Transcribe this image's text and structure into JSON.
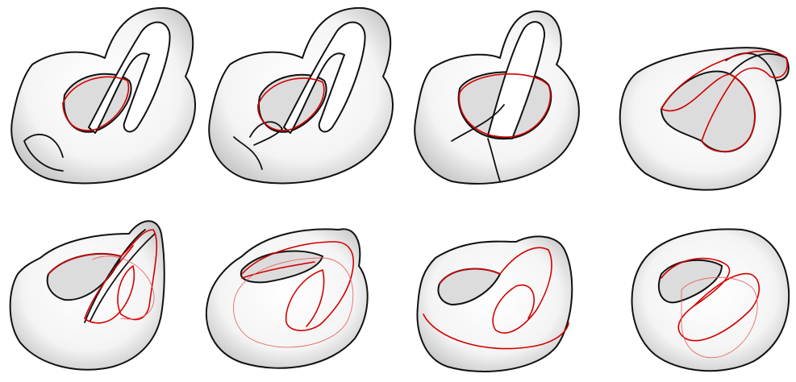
{
  "figure": {
    "panels": [
      {
        "id": "p1"
      },
      {
        "id": "p2"
      },
      {
        "id": "p3"
      },
      {
        "id": "p4"
      },
      {
        "id": "p5"
      },
      {
        "id": "p6"
      },
      {
        "id": "p7"
      },
      {
        "id": "p8"
      }
    ],
    "colors": {
      "surface_outline": "#111111",
      "curve": "#d40000",
      "shading": "#dcdcdc",
      "background": "#ffffff"
    }
  }
}
